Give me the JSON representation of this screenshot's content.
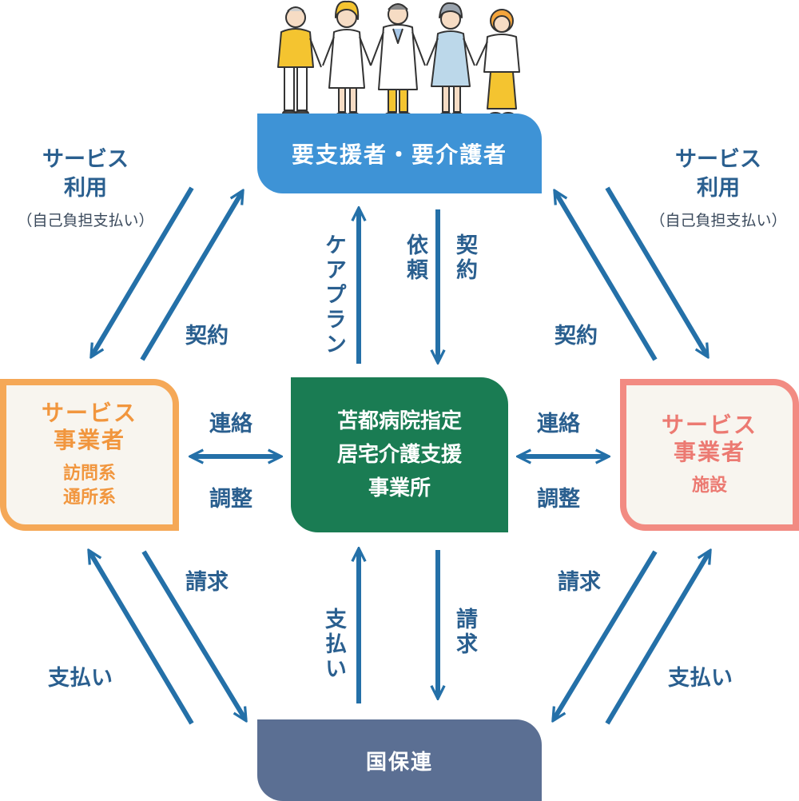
{
  "user_box": {
    "label": "要支援者・要介護者"
  },
  "center_box": {
    "line1": "苫都病院指定",
    "line2": "居宅介護支援",
    "line3": "事業所"
  },
  "insurer_box": {
    "label": "国保連"
  },
  "left_provider": {
    "title1": "サービス",
    "title2": "事業者",
    "sub1": "訪問系",
    "sub2": "通所系"
  },
  "right_provider": {
    "title1": "サービス",
    "title2": "事業者",
    "sub1": "施設"
  },
  "left_top_labels": {
    "service_line1": "サービス",
    "service_line2": "利用",
    "service_note": "（自己負担支払い）",
    "contract": "契約"
  },
  "right_top_labels": {
    "service_line1": "サービス",
    "service_line2": "利用",
    "service_note": "（自己負担支払い）",
    "contract": "契約"
  },
  "center_top_labels": {
    "care_plan": "ケアプラン",
    "request": "依頼",
    "contract": "契約"
  },
  "left_mid_labels": {
    "contact": "連絡",
    "adjust": "調整"
  },
  "right_mid_labels": {
    "contact": "連絡",
    "adjust": "調整"
  },
  "left_bottom_labels": {
    "billing": "請求",
    "payment": "支払い"
  },
  "right_bottom_labels": {
    "billing": "請求",
    "payment": "支払い"
  },
  "center_bottom_labels": {
    "payment": "支払い",
    "billing": "請求"
  },
  "colors": {
    "user_box": "#3e93d6",
    "center_box": "#1a7c53",
    "insurer_box": "#5b6f93",
    "left_border": "#f5a857",
    "right_border": "#f28b82",
    "arrow": "#2470a8",
    "label": "#2a5f8f"
  },
  "illustration": {
    "icon": "people-holding-hands-icon"
  }
}
